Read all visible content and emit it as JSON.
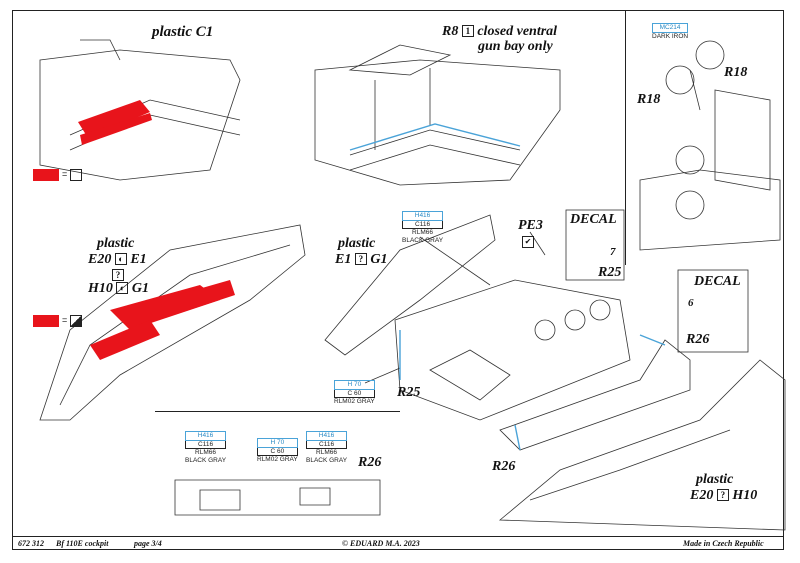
{
  "panels": {
    "top_left": {
      "label": "plastic C1"
    },
    "top_middle": {
      "part": "R8",
      "qty": "1",
      "note_line1": "closed ventral",
      "note_line2": "gun bay only"
    },
    "top_right": {
      "color_code": "MC214",
      "color_name": "DARK IRON",
      "part_top": "R18",
      "part_left": "R18"
    },
    "middle_left": {
      "line1": "plastic",
      "e20": "E20",
      "e1": "E1",
      "q": "?",
      "h10": "H10",
      "g1": "G1"
    },
    "middle_center": {
      "line1": "plastic",
      "e1": "E1",
      "q": "?",
      "g1": "G1",
      "pe": "PE3",
      "r25": "R25"
    },
    "decal_top": {
      "title": "DECAL",
      "num": "7",
      "part": "R25"
    },
    "decal_right": {
      "title": "DECAL",
      "num": "6",
      "part": "R26"
    },
    "bottom_right": {
      "line1": "plastic",
      "e20": "E20",
      "q": "?",
      "h10": "H10",
      "r26": "R26"
    },
    "inset": {
      "part": "R26"
    }
  },
  "legend": {
    "equals": "="
  },
  "colors": {
    "main_h": "H416",
    "main_c": "C116",
    "main_name1": "RLM66",
    "main_name2": "BLACK GRAY",
    "second_h": "H 70",
    "second_c": "C 60",
    "second_name": "RLM02 GRAY",
    "inset_a_h": "H416",
    "inset_a_c": "C116",
    "inset_a_name1": "RLM66",
    "inset_a_name2": "BLACK GRAY",
    "inset_b_h": "H 70",
    "inset_b_c": "C 60",
    "inset_b_name": "RLM02 GRAY",
    "inset_c_h": "H416",
    "inset_c_c": "C116",
    "inset_c_name1": "RLM66",
    "inset_c_name2": "BLACK GRAY",
    "accent_red": "#e8141b",
    "accent_blue": "#4aa3d8"
  },
  "footer": {
    "code": "672 312",
    "title": "Bf 110E cockpit",
    "page": "page 3/4",
    "copyright": "© EDUARD  M.A. 2023",
    "made_in": "Made in Czech Republic"
  }
}
